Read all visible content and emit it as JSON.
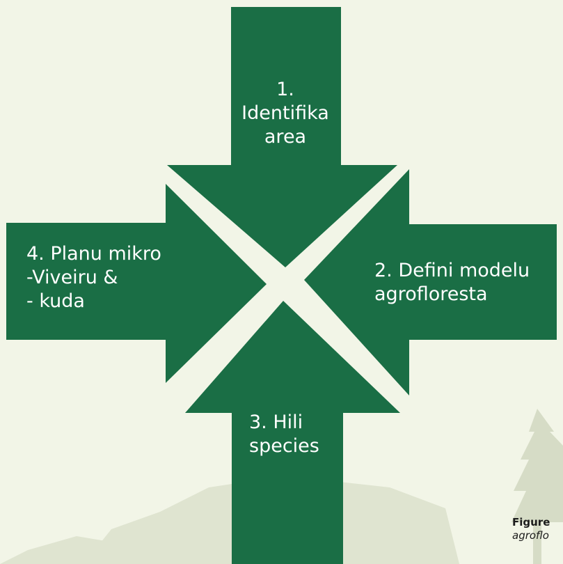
{
  "colors": {
    "arrow": "#1a6e45",
    "background": "#f2f5e7",
    "scenery": "#dfe4d0",
    "text": "#ffffff"
  },
  "steps": [
    {
      "lines": [
        "1.",
        "Identifika",
        "area"
      ]
    },
    {
      "lines": [
        "2. Defini modelu",
        "agrofloresta"
      ]
    },
    {
      "lines": [
        "3. Hili",
        "species"
      ]
    },
    {
      "lines": [
        "4. Planu mikro",
        "-Viveiru &",
        "- kuda"
      ]
    }
  ],
  "caption": {
    "bold": "Figure",
    "italic": "agroflo"
  }
}
